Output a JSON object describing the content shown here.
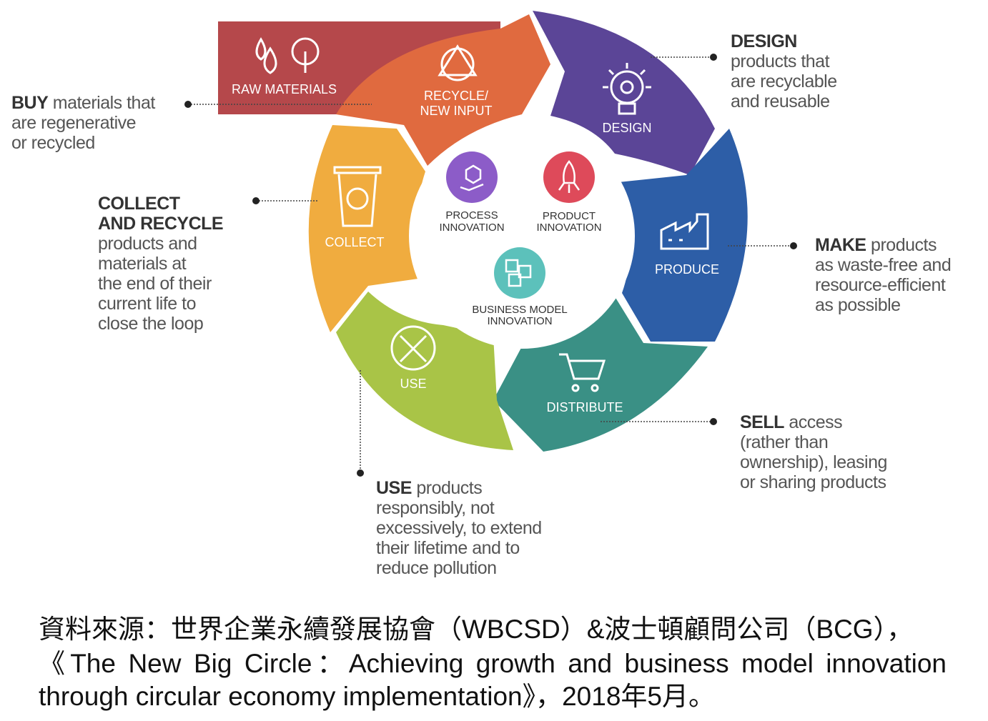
{
  "segments": {
    "raw": "RAW MATERIALS",
    "recycle_1": "RECYCLE/",
    "recycle_2": "NEW INPUT",
    "design": "DESIGN",
    "produce": "PRODUCE",
    "distribute": "DISTRIBUTE",
    "use": "USE",
    "collect": "COLLECT"
  },
  "innovation": {
    "process_1": "PROCESS",
    "process_2": "INNOVATION",
    "product_1": "PRODUCT",
    "product_2": "INNOVATION",
    "business_1": "BUSINESS MODEL",
    "business_2": "INNOVATION"
  },
  "annotations": {
    "buy": {
      "bold": "BUY",
      "rest_1": " materials that",
      "line_2": "are regenerative",
      "line_3": "or recycled"
    },
    "design": {
      "bold": "DESIGN",
      "line_2": "products that",
      "line_3": "are recyclable",
      "line_4": "and reusable"
    },
    "collect": {
      "bold_1": "COLLECT",
      "bold_2": "AND RECYCLE",
      "line_3": "products and",
      "line_4": "materials at",
      "line_5": "the end of their",
      "line_6": "current life to",
      "line_7": "close the loop"
    },
    "make": {
      "bold": "MAKE",
      "rest_1": " products",
      "line_2": "as waste-free and",
      "line_3": "resource-efficient",
      "line_4": "as possible"
    },
    "sell": {
      "bold": "SELL",
      "rest_1": " access",
      "line_2": "(rather than",
      "line_3": "ownership), leasing",
      "line_4": "or sharing products"
    },
    "use": {
      "bold": "USE",
      "rest_1": " products",
      "line_2": "responsibly, not",
      "line_3": "excessively, to extend",
      "line_4": "their lifetime and to",
      "line_5": "reduce pollution"
    }
  },
  "caption": {
    "line_1": "資料來源：世界企業永續發展協會（WBCSD）&波士頓顧問公司（BCG），",
    "line_2": "《The New Big Circle：Achieving growth and business model innovation",
    "line_3": "through circular economy implementation》，2018年5月。"
  },
  "colors": {
    "raw": "#b5484b",
    "recycle": "#e06a3f",
    "design": "#5b4597",
    "produce": "#2d5ea7",
    "distribute": "#3a9085",
    "use": "#a9c447",
    "collect": "#f0ac3f",
    "process_circle": "#8c5cc8",
    "product_circle": "#de4a5a",
    "business_circle": "#5cc1bb"
  }
}
